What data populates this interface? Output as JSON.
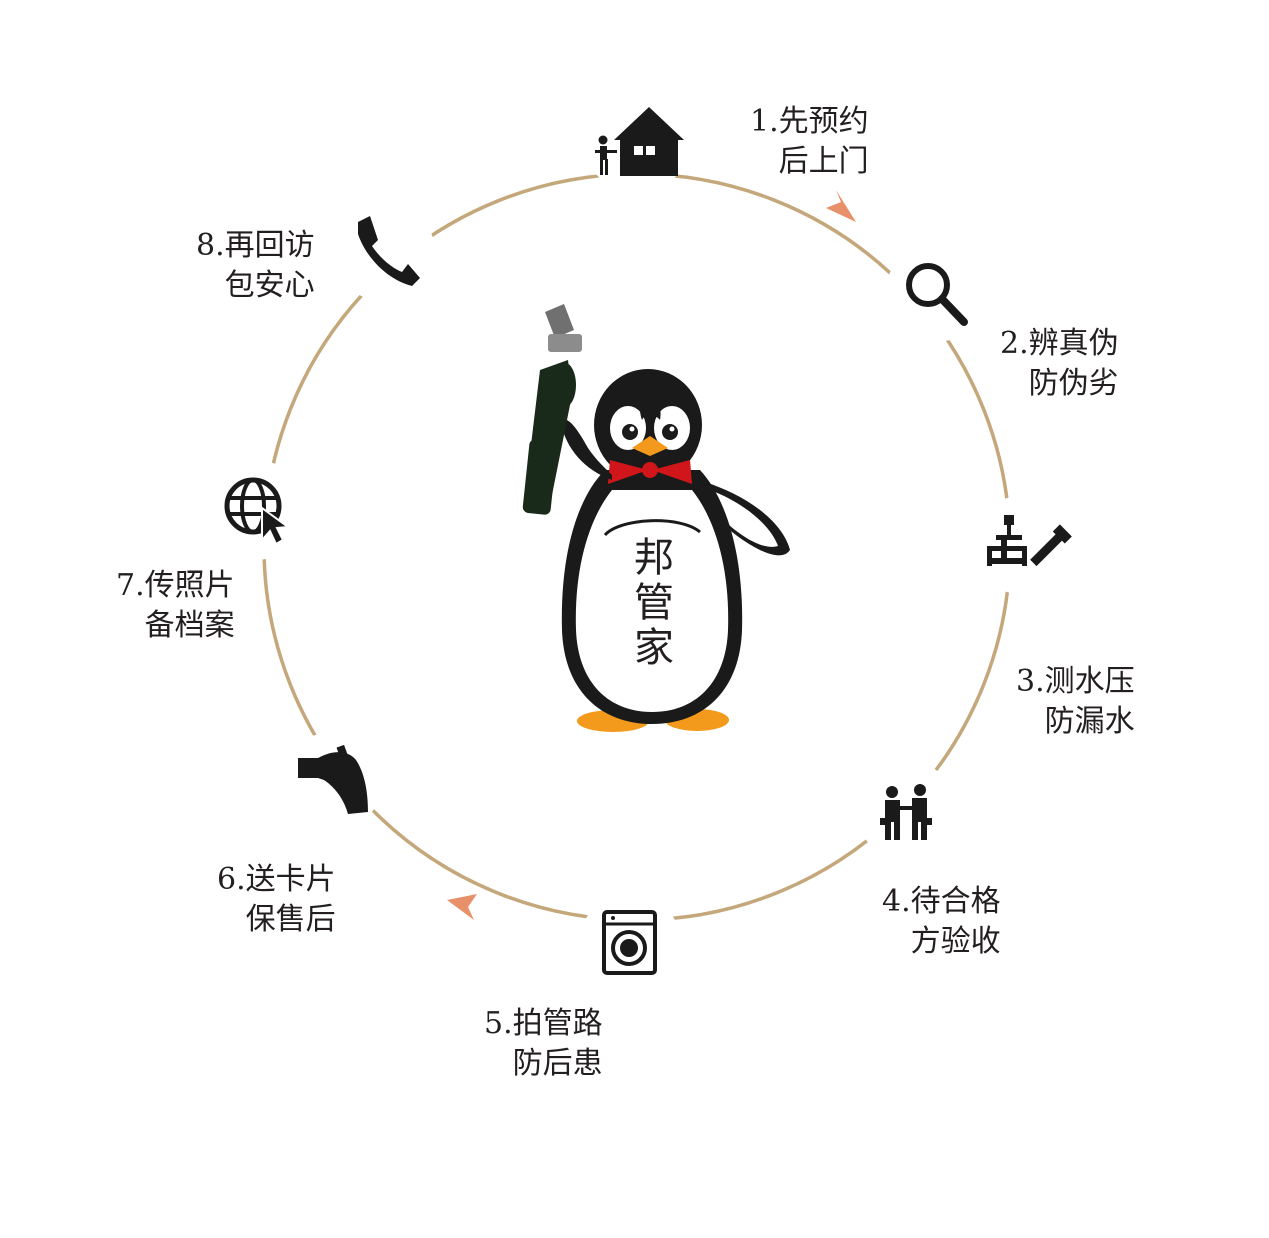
{
  "colors": {
    "ring": "#c4a77a",
    "arrow": "#e8906a",
    "icon": "#1a1a1a",
    "bowtie": "#d0161a",
    "beak": "#f39a1c"
  },
  "mascot": {
    "name_chars": [
      "邦",
      "管",
      "家"
    ]
  },
  "steps": [
    {
      "line1": "1.先预约",
      "line2": "后上门",
      "icon": "house-person-icon"
    },
    {
      "line1": "2.辨真伪",
      "line2": "防伪劣",
      "icon": "magnifier-icon"
    },
    {
      "line1": "3.测水压",
      "line2": "防漏水",
      "icon": "pressure-wrench-icon"
    },
    {
      "line1": "4.待合格",
      "line2": "方验收",
      "icon": "workers-handshake-icon"
    },
    {
      "line1": "5.拍管路",
      "line2": "防后患",
      "icon": "washing-machine-icon"
    },
    {
      "line1": "6.送卡片",
      "line2": "保售后",
      "icon": "hand-card-icon"
    },
    {
      "line1": "7.传照片",
      "line2": "备档案",
      "icon": "globe-cursor-icon"
    },
    {
      "line1": "8.再回访",
      "line2": "包安心",
      "icon": "phone-handset-icon"
    }
  ]
}
